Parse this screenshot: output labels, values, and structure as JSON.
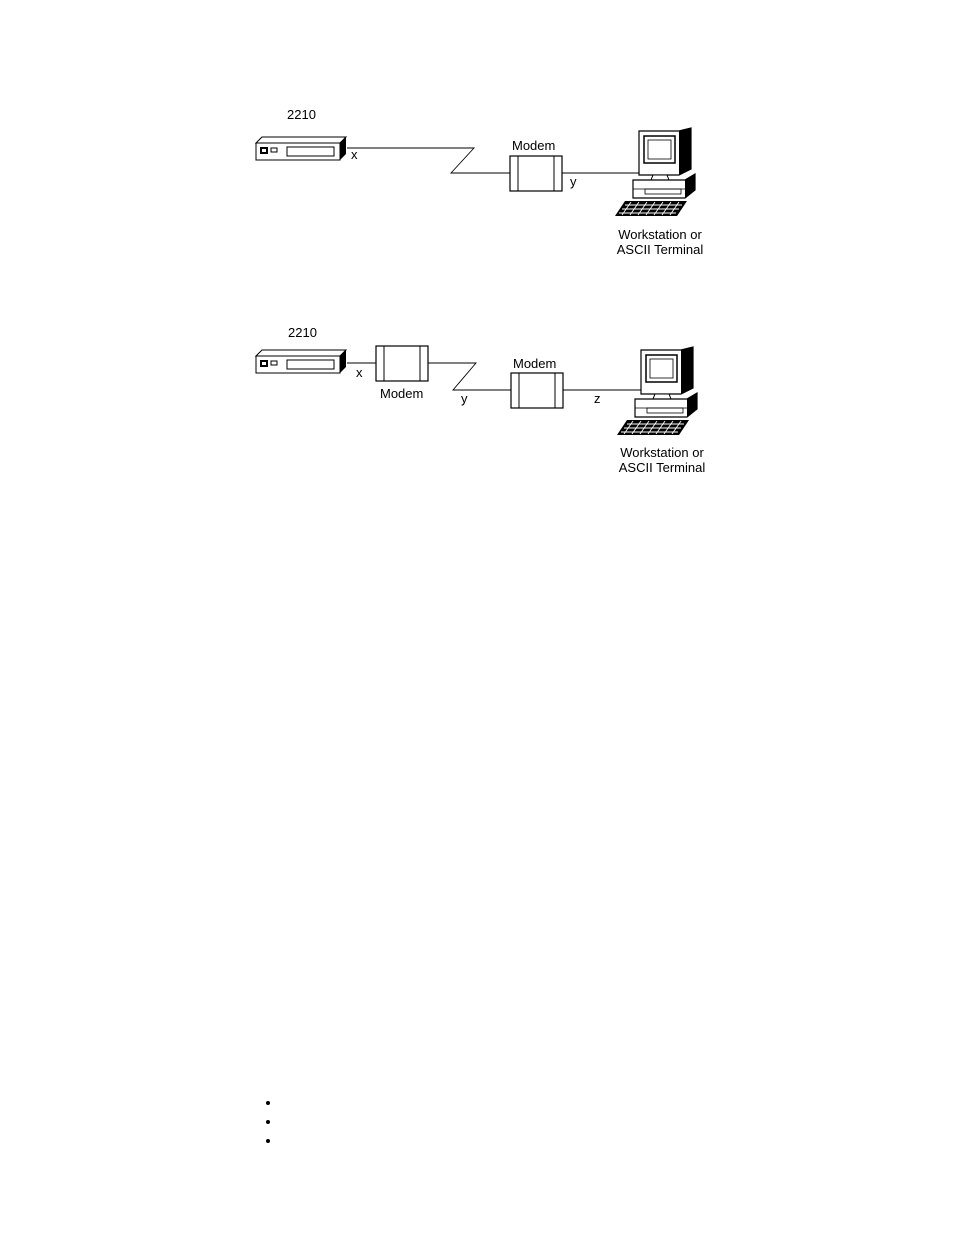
{
  "diagram1": {
    "device_label": "2210",
    "modem_label": "Modem",
    "line_label_x": "x",
    "line_label_y": "y",
    "terminal_line1": "Workstation or",
    "terminal_line2": "ASCII Terminal"
  },
  "diagram2": {
    "device_label": "2210",
    "local_modem_label": "Modem",
    "remote_modem_label": "Modem",
    "line_label_x": "x",
    "line_label_y": "y",
    "line_label_z": "z",
    "terminal_line1": "Workstation or",
    "terminal_line2": "ASCII Terminal"
  },
  "bullets": [
    "",
    "",
    ""
  ]
}
